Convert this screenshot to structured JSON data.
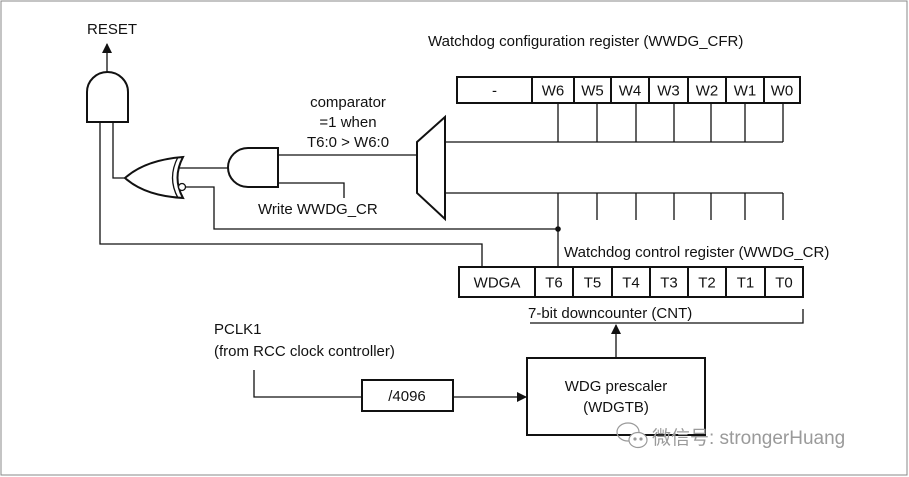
{
  "reset_label": "RESET",
  "cfr": {
    "title": "Watchdog configuration register (WWDG_CFR)",
    "bits": [
      "-",
      "W6",
      "W5",
      "W4",
      "W3",
      "W2",
      "W1",
      "W0"
    ]
  },
  "comparator": {
    "line1": "comparator",
    "line2": "=1 when",
    "line3": "T6:0 > W6:0"
  },
  "write_label": "Write WWDG_CR",
  "cr": {
    "title": "Watchdog control register (WWDG_CR)",
    "bits": [
      "WDGA",
      "T6",
      "T5",
      "T4",
      "T3",
      "T2",
      "T1",
      "T0"
    ],
    "counter_label": "7-bit downcounter (CNT)"
  },
  "pclk": {
    "line1": "PCLK1",
    "line2": "(from RCC clock controller)"
  },
  "divider_label": "/4096",
  "prescaler": {
    "line1": "WDG prescaler",
    "line2": "(WDGTB)"
  },
  "watermark": "微信号: strongerHuang"
}
